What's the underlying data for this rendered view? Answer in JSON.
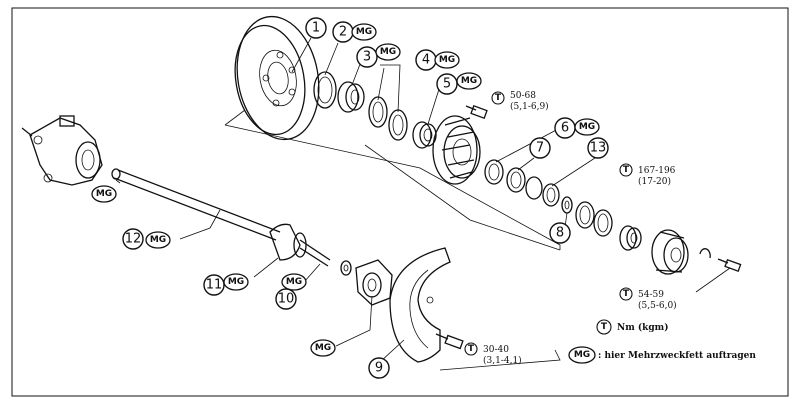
{
  "callouts": {
    "c1": "1",
    "c2": "2",
    "c3": "3",
    "c4": "4",
    "c5": "5",
    "c6": "6",
    "c7": "7",
    "c8": "8",
    "c9": "9",
    "c10": "10",
    "c11": "11",
    "c12": "12",
    "c13": "13"
  },
  "mg_label": "MG",
  "torque_glyph": "T",
  "torque_specs": {
    "a_nm": "50-68",
    "a_kgm": "(5,1-6,9)",
    "b_nm": "167-196",
    "b_kgm": "(17-20)",
    "c_nm": "54-59",
    "c_kgm": "(5,5-6,0)",
    "d_nm": "30-40",
    "d_kgm": "(3,1-4,1)"
  },
  "legend": {
    "torque_unit": "Nm (kgm)",
    "mg_text": ": hier Mehrzweckfett auftragen"
  }
}
